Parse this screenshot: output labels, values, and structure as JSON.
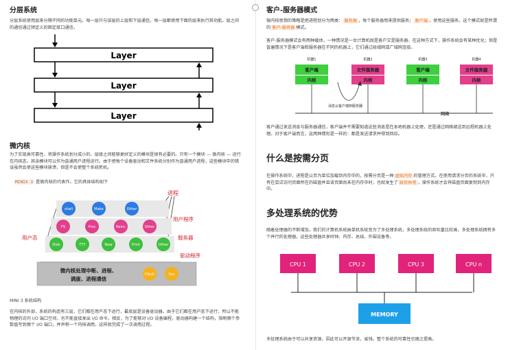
{
  "left": {
    "layered": {
      "title": "分层系统",
      "p1": "分层系统使用层来分隔不同的功能单元。每一层只与该层的上层和下层通信。每一层都使用下面的层来执行其功能。层之间的通信通过预定义的固定接口通信。",
      "layer_label": "Layer"
    },
    "microkernel": {
      "title": "微内核",
      "p1": "为了实现高可靠性，将操作系统划分成小的、层级之间能够更好定义的模块是很有必要的。只有一个模块 --- 微内核 --- 运行在内核态，其余模块可以作为普通用户进程运行。由于把每个设备驱动和文件系统分别作为普通用户进程，这些模块中的错误虽然会使这些模块崩溃，但是不会使整个系统死机。",
      "minix_code": "MINIX 3",
      "minix_text": "是微内核的代表作，它的具体结构如下",
      "diagram": {
        "process_label": "进程",
        "user_program_label": "用户程序",
        "servers_label": "服务器",
        "drivers_label": "驱动程序",
        "user_mode_label": "用户态",
        "kernel_text_1": "微内核处理中断、进程、",
        "kernel_text_2": "调度、进程通信",
        "row1": [
          "shell",
          "Make",
          "Other"
        ],
        "row2": [
          "FS",
          "Proc",
          "Reinc",
          "Other"
        ],
        "row3": [
          "Disk",
          "TTY",
          "New",
          "Print",
          "Other"
        ],
        "kernel_circles": [
          "Clock",
          "Sys"
        ]
      },
      "caption": "MINI 3 系统结构",
      "p2": "在内核的外部，系统的构造有三层，它们都在用户态下运行，最底层是设备驱动器。由于它们都在用户态下运行，所以不能物理的访问 I/O 端口空间，也不能直接发出 I/O 命令。相反，为了能够对 I/O 设备编程，驱动器构建一个结构，指明哪个参数值写到哪个 I/O 端口，并声称一个内核调用，这样就完成了一次调用过程。"
    }
  },
  "right": {
    "cs": {
      "title": "客户-服务器模式",
      "p1_a": "微内核思想的策略是把进程划分为两类：",
      "p1_hl1": "服务器",
      "p1_b": "，每个服务器用来提供服务；",
      "p1_hl2": "客户端",
      "p1_c": "，使用这些服务。这个模式就是所谓的",
      "p1_hl3": "客户-服务器",
      "p1_d": "模式。",
      "p2": "客户-服务器模式会有两种载体，一种情况是一台计算机既是客户又是服务器，在这种方式下，操作系统会有某种优化；但是普遍情况下是客户端和服务器在不同的机器上，它们通过局域网或广域网连接。",
      "diagram": {
        "machines": [
          "机器1",
          "机器2",
          "机器3",
          "机器4"
        ],
        "top_boxes": [
          "客户端",
          "文件服务器",
          "客户端",
          "文件服务器"
        ],
        "kernel_label": "内核",
        "message_label": "消息从客户端到服务器",
        "network_label": "网络"
      },
      "p3": "客户通过发送消息与服务器通信，客户端并不需要知道这些消息是在本地机器上处理，还是通过网络被送到远程机器上处理。对于客户端而言，这两种情形是一样的：都是发送请求并得到回应。"
    },
    "paging": {
      "title": "什么是按需分页",
      "p_a": "在操作系统中，进程是以页为单位加载到内存中的，按需分页是一种",
      "p_hl1": "虚拟内存",
      "p_b": "的管理方式。在使用请求分页的系统中，只有在尝试访问页面所在的磁盘并且该页面尚未在内存中时，也就发生了",
      "p_hl2": "缺页异常",
      "p_c": "，操作系统才会将磁盘页面复制到内存中。"
    },
    "mp": {
      "title": "多处理系统的优势",
      "p1": "随着处理器的不断增加，我们的计算机系统由单机系统变为了多处理系统，多处理系统的吞吐量比较高，多处理系统拥有多个并行的处理器，这些处理器共享时钟、内存、总线、外围设备等。",
      "cpus": [
        "CPU 1",
        "CPU 2",
        "CPU 3",
        "CPU n"
      ],
      "memory_label": "MEMORY",
      "p2": "多处理系统由于可以共享资源，因此可以开源节流，省钱。整个系统的可靠性也随之提高。"
    }
  }
}
